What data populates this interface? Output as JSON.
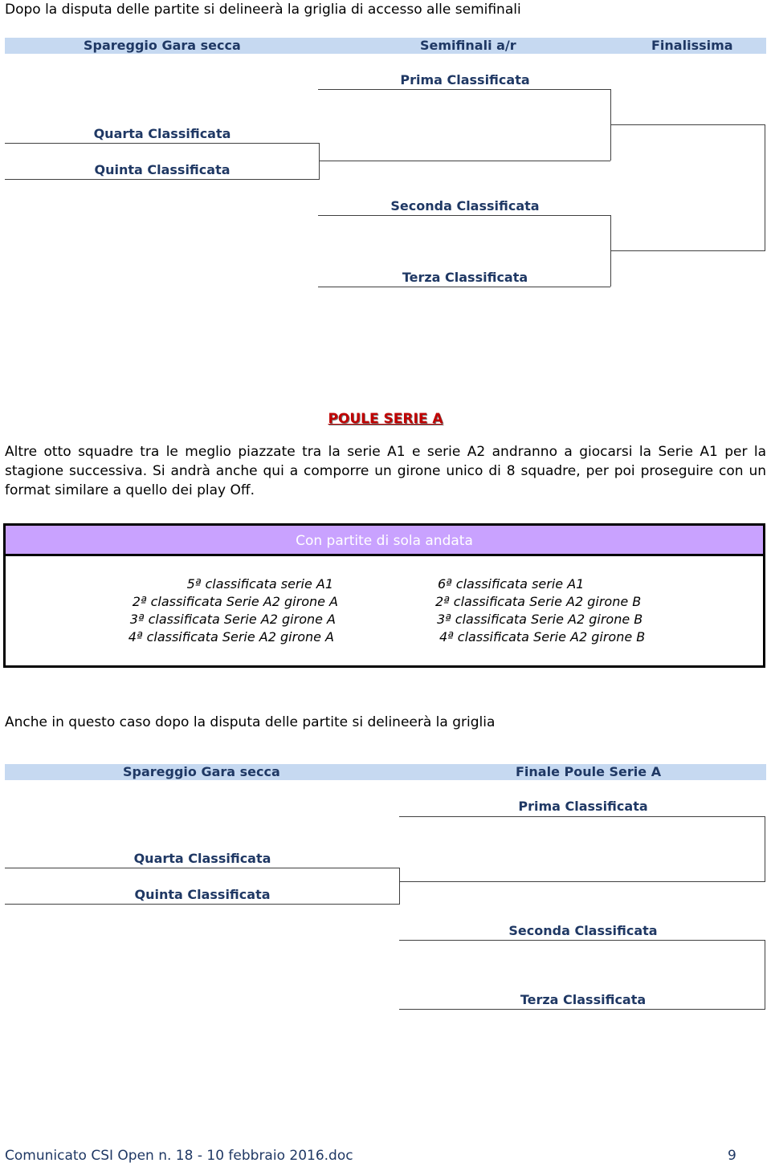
{
  "intro": "Dopo la disputa delle partite si delineerà la griglia di accesso alle semifinali",
  "bracket1": {
    "headers": [
      "Spareggio Gara secca",
      "Semifinali a/r",
      "Finalissima"
    ],
    "teams": {
      "prima": "Prima Classificata",
      "quarta": "Quarta Classificata",
      "quinta": "Quinta Classificata",
      "seconda": "Seconda Classificata",
      "terza": "Terza Classificata"
    }
  },
  "poule": {
    "title": "POULE SERIE A",
    "paragraph": "Altre otto squadre tra le meglio piazzate tra la serie A1 e serie A2 andranno a giocarsi la Serie A1 per la stagione successiva. Si andrà anche qui a comporre un girone unico di 8 squadre, per poi proseguire con un format similare a quello dei play Off."
  },
  "groups_box": {
    "header": "Con partite di  sola andata",
    "left": [
      "5ª classificata serie A1",
      "2ª classificata Serie A2 girone A",
      "3ª classificata Serie A2 girone A",
      "4ª classificata Serie A2 girone A"
    ],
    "right": [
      "6ª classificata serie A1",
      "2ª classificata Serie A2 girone B",
      "3ª classificata Serie A2 girone B",
      "4ª classificata Serie A2 girone B"
    ]
  },
  "second_intro": "Anche in questo caso dopo la disputa delle partite si delineerà la griglia",
  "bracket2": {
    "headers": [
      "Spareggio Gara secca",
      "Finale Poule Serie A"
    ],
    "teams": {
      "prima": "Prima Classificata",
      "quarta": "Quarta Classificata",
      "quinta": "Quinta Classificata",
      "seconda": "Seconda Classificata",
      "terza": "Terza Classificata"
    }
  },
  "footer": {
    "doc": "Comunicato CSI Open n. 18 - 10 febbraio 2016.doc",
    "page": "9"
  },
  "colors": {
    "header_bar": "#c6d9f1",
    "team_text": "#1f3864",
    "poule_title": "#c00000",
    "box_header": "#c9a2ff"
  }
}
